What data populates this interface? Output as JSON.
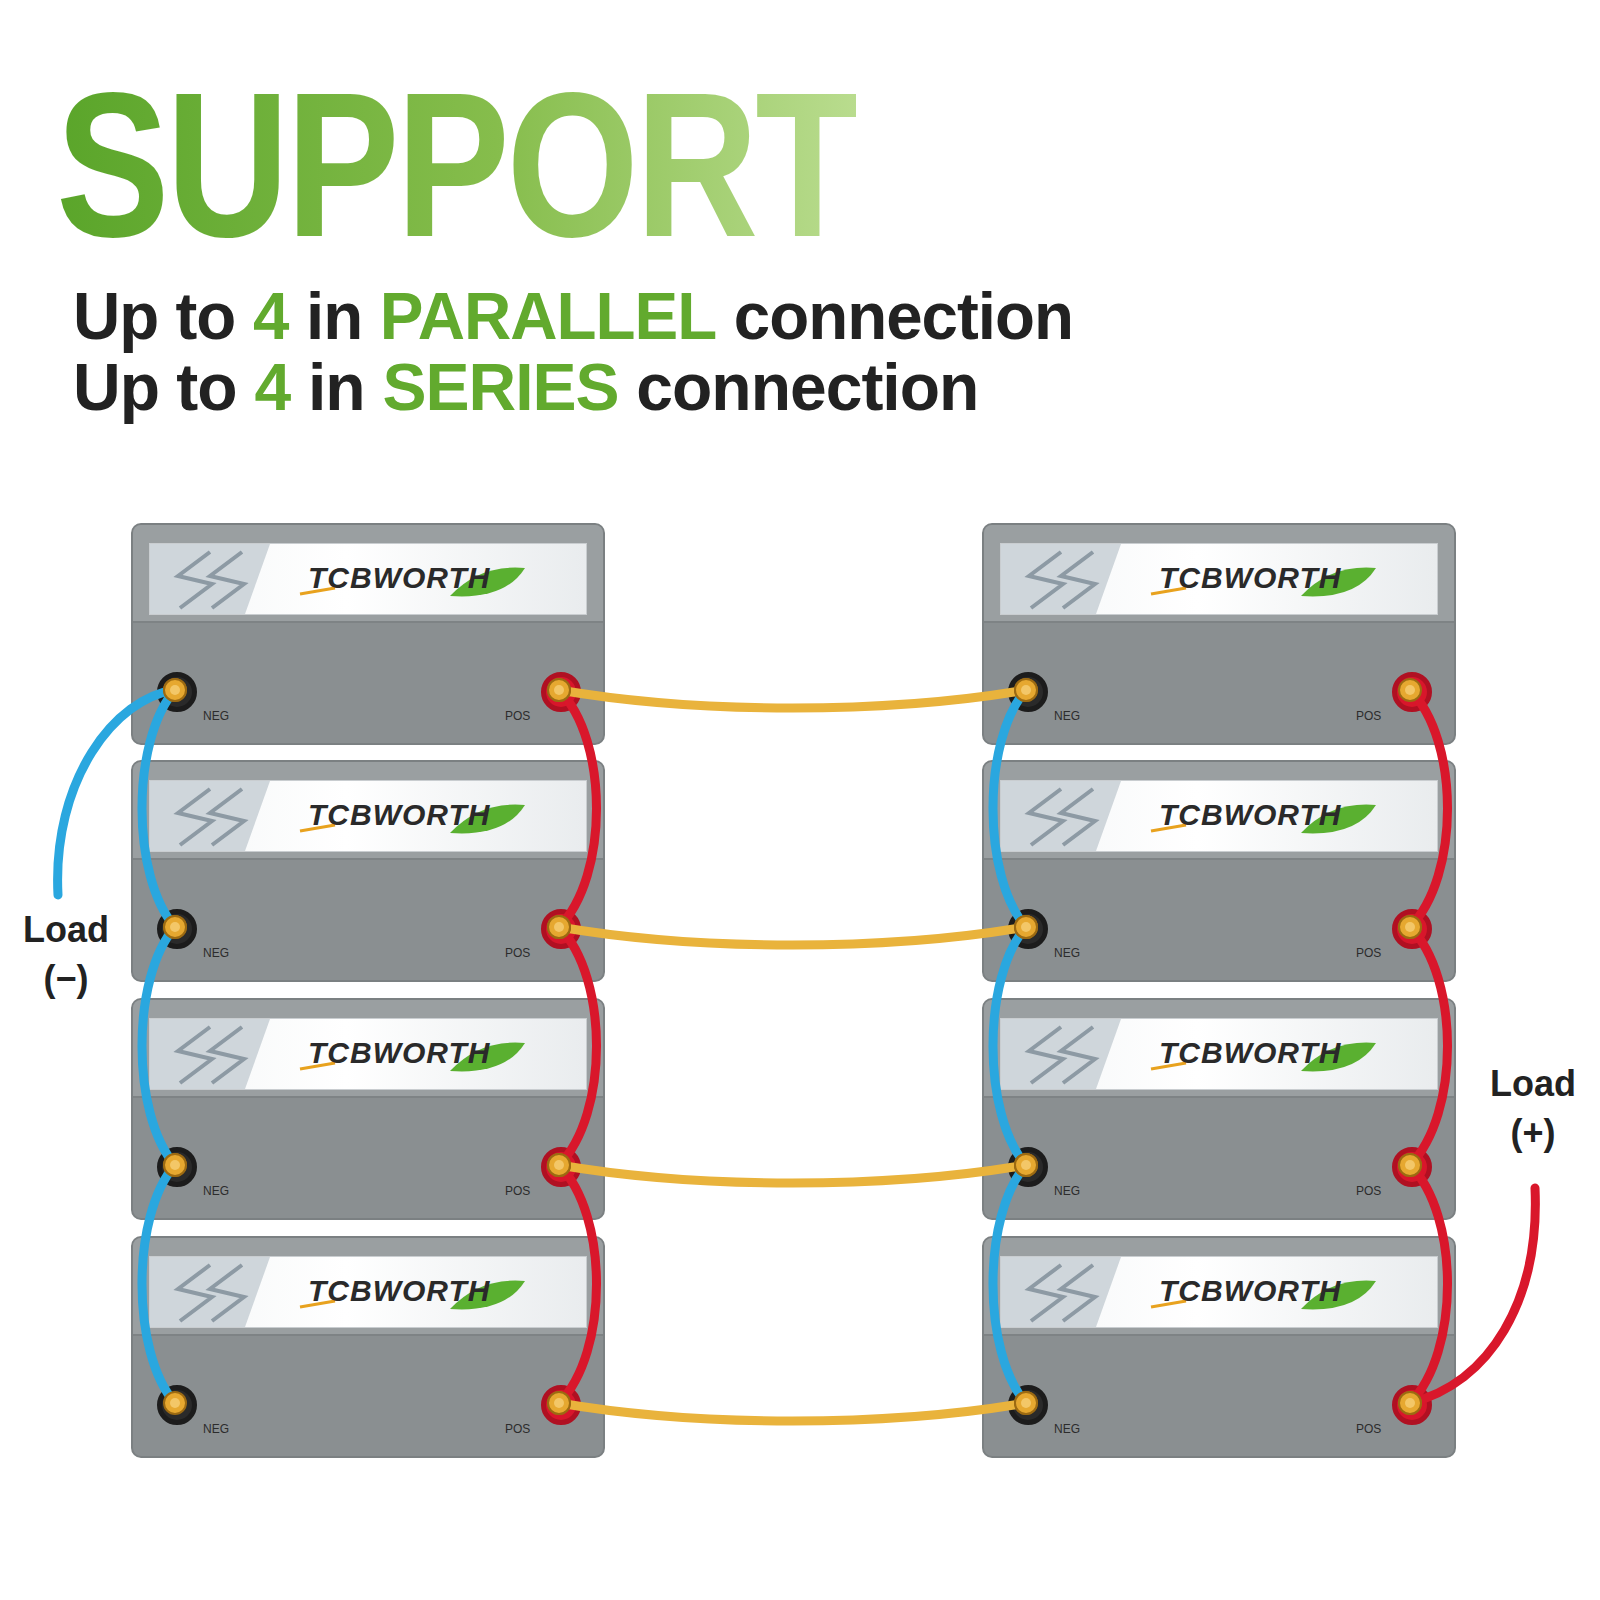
{
  "diagram": {
    "title": "SUPPORT",
    "nodes": [
      {
        "text": [
          "TCBWORTH",
          "NEG",
          "POS"
        ]
      },
      {
        "text": [
          "TCBWORTH",
          "NEG",
          "POS"
        ]
      },
      {
        "text": [
          "TCBWORTH",
          "NEG",
          "POS"
        ]
      },
      {
        "text": [
          "TCBWORTH",
          "NEG",
          "POS"
        ]
      },
      {
        "text": [
          "TCBWORTH",
          "NEG",
          "POS"
        ]
      },
      {
        "text": [
          "TCBWORTH",
          "NEG",
          "POS"
        ]
      },
      {
        "text": [
          "TCBWORTH",
          "NEG",
          "POS"
        ]
      },
      {
        "text": [
          "TCBWORTH",
          "NEG",
          "POS"
        ]
      }
    ],
    "edges": [
      {
        "from": 0,
        "to": 1,
        "arrow": "none"
      },
      {
        "from": 0,
        "to": 1,
        "arrow": "none"
      },
      {
        "from": 1,
        "to": 2,
        "arrow": "none"
      },
      {
        "from": 1,
        "to": 2,
        "arrow": "none"
      },
      {
        "from": 2,
        "to": 3,
        "arrow": "none"
      },
      {
        "from": 2,
        "to": 3,
        "arrow": "none"
      },
      {
        "from": 4,
        "to": 5,
        "arrow": "none"
      },
      {
        "from": 4,
        "to": 5,
        "arrow": "none"
      },
      {
        "from": 5,
        "to": 6,
        "arrow": "none"
      },
      {
        "from": 5,
        "to": 6,
        "arrow": "none"
      },
      {
        "from": 6,
        "to": 7,
        "arrow": "none"
      },
      {
        "from": 6,
        "to": 7,
        "arrow": "none"
      },
      {
        "from": 0,
        "to": 4,
        "arrow": "none"
      },
      {
        "from": 1,
        "to": 5,
        "arrow": "none"
      },
      {
        "from": 2,
        "to": 6,
        "arrow": "none"
      },
      {
        "from": 3,
        "to": 7,
        "arrow": "none"
      }
    ],
    "labels": [
      "Up to",
      "4",
      "in",
      "PARALLEL",
      "connection",
      "Up to",
      "4",
      "in",
      "SERIES",
      "connection",
      "Load (−)",
      "Load (+)"
    ]
  }
}
